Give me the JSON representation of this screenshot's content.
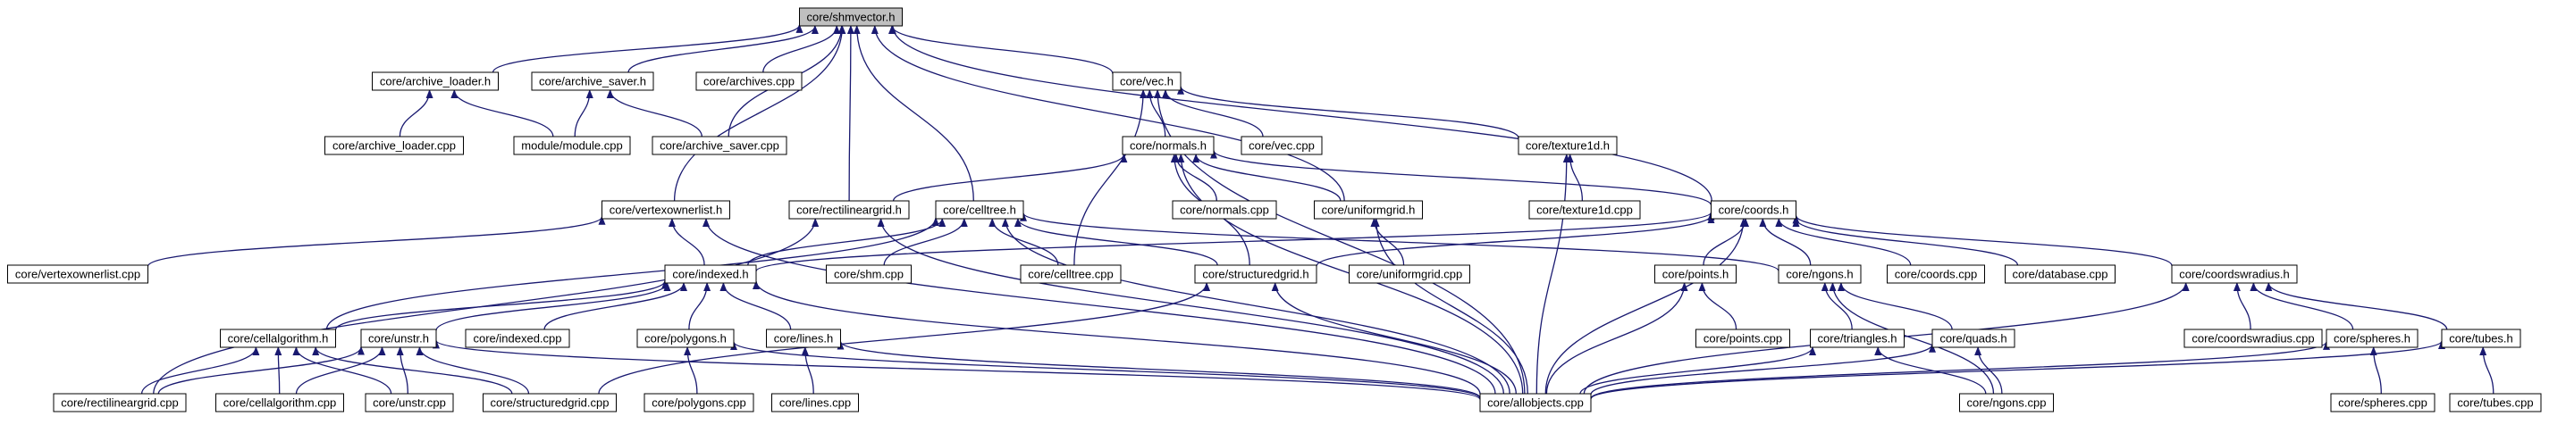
{
  "graph": {
    "root": "core/shmvector.h",
    "colors": {
      "edge": "#191970",
      "node_border": "#000000",
      "root_fill": "#bfbfbf",
      "node_fill": "#ffffff"
    },
    "nodes": [
      {
        "id": "shmvector",
        "label": "core/shmvector.h"
      },
      {
        "id": "archive_loader_h",
        "label": "core/archive_loader.h"
      },
      {
        "id": "archive_saver_h",
        "label": "core/archive_saver.h"
      },
      {
        "id": "archives_cpp",
        "label": "core/archives.cpp"
      },
      {
        "id": "vec_h",
        "label": "core/vec.h"
      },
      {
        "id": "archive_loader_cpp",
        "label": "core/archive_loader.cpp"
      },
      {
        "id": "module_cpp",
        "label": "module/module.cpp"
      },
      {
        "id": "archive_saver_cpp",
        "label": "core/archive_saver.cpp"
      },
      {
        "id": "normals_h",
        "label": "core/normals.h"
      },
      {
        "id": "vec_cpp",
        "label": "core/vec.cpp"
      },
      {
        "id": "texture1d_h",
        "label": "core/texture1d.h"
      },
      {
        "id": "vertexownerlist_h",
        "label": "core/vertexownerlist.h"
      },
      {
        "id": "rectilineargrid_h",
        "label": "core/rectilineargrid.h"
      },
      {
        "id": "celltree_h",
        "label": "core/celltree.h"
      },
      {
        "id": "normals_cpp",
        "label": "core/normals.cpp"
      },
      {
        "id": "uniformgrid_h",
        "label": "core/uniformgrid.h"
      },
      {
        "id": "texture1d_cpp",
        "label": "core/texture1d.cpp"
      },
      {
        "id": "coords_h",
        "label": "core/coords.h"
      },
      {
        "id": "vertexownerlist_cpp",
        "label": "core/vertexownerlist.cpp"
      },
      {
        "id": "indexed_h",
        "label": "core/indexed.h"
      },
      {
        "id": "shm_cpp",
        "label": "core/shm.cpp"
      },
      {
        "id": "celltree_cpp",
        "label": "core/celltree.cpp"
      },
      {
        "id": "structuredgrid_h",
        "label": "core/structuredgrid.h"
      },
      {
        "id": "uniformgrid_cpp",
        "label": "core/uniformgrid.cpp"
      },
      {
        "id": "points_h",
        "label": "core/points.h"
      },
      {
        "id": "ngons_h",
        "label": "core/ngons.h"
      },
      {
        "id": "coords_cpp",
        "label": "core/coords.cpp"
      },
      {
        "id": "database_cpp",
        "label": "core/database.cpp"
      },
      {
        "id": "coordswradius_h",
        "label": "core/coordswradius.h"
      },
      {
        "id": "cellalgorithm_h",
        "label": "core/cellalgorithm.h"
      },
      {
        "id": "unstr_h",
        "label": "core/unstr.h"
      },
      {
        "id": "indexed_cpp",
        "label": "core/indexed.cpp"
      },
      {
        "id": "polygons_h",
        "label": "core/polygons.h"
      },
      {
        "id": "lines_h",
        "label": "core/lines.h"
      },
      {
        "id": "points_cpp",
        "label": "core/points.cpp"
      },
      {
        "id": "triangles_h",
        "label": "core/triangles.h"
      },
      {
        "id": "quads_h",
        "label": "core/quads.h"
      },
      {
        "id": "coordswradius_cpp",
        "label": "core/coordswradius.cpp"
      },
      {
        "id": "spheres_h",
        "label": "core/spheres.h"
      },
      {
        "id": "tubes_h",
        "label": "core/tubes.h"
      },
      {
        "id": "rectilineargrid_cpp",
        "label": "core/rectilineargrid.cpp"
      },
      {
        "id": "cellalgorithm_cpp",
        "label": "core/cellalgorithm.cpp"
      },
      {
        "id": "unstr_cpp",
        "label": "core/unstr.cpp"
      },
      {
        "id": "structuredgrid_cpp",
        "label": "core/structuredgrid.cpp"
      },
      {
        "id": "polygons_cpp",
        "label": "core/polygons.cpp"
      },
      {
        "id": "lines_cpp",
        "label": "core/lines.cpp"
      },
      {
        "id": "allobjects_cpp",
        "label": "core/allobjects.cpp"
      },
      {
        "id": "ngons_cpp",
        "label": "core/ngons.cpp"
      },
      {
        "id": "spheres_cpp",
        "label": "core/spheres.cpp"
      },
      {
        "id": "tubes_cpp",
        "label": "core/tubes.cpp"
      }
    ],
    "edges": [
      [
        "archive_loader_h",
        "shmvector"
      ],
      [
        "archive_saver_h",
        "shmvector"
      ],
      [
        "archives_cpp",
        "shmvector"
      ],
      [
        "vec_h",
        "shmvector"
      ],
      [
        "archive_saver_cpp",
        "shmvector"
      ],
      [
        "vertexownerlist_h",
        "shmvector"
      ],
      [
        "rectilineargrid_h",
        "shmvector"
      ],
      [
        "celltree_h",
        "shmvector"
      ],
      [
        "uniformgrid_h",
        "shmvector"
      ],
      [
        "coords_h",
        "shmvector"
      ],
      [
        "archive_loader_cpp",
        "archive_loader_h"
      ],
      [
        "module_cpp",
        "archive_loader_h"
      ],
      [
        "module_cpp",
        "archive_saver_h"
      ],
      [
        "archive_saver_cpp",
        "archive_saver_h"
      ],
      [
        "normals_h",
        "vec_h"
      ],
      [
        "vec_cpp",
        "vec_h"
      ],
      [
        "texture1d_h",
        "vec_h"
      ],
      [
        "celltree_cpp",
        "vec_h"
      ],
      [
        "allobjects_cpp",
        "vec_h"
      ],
      [
        "rectilineargrid_h",
        "normals_h"
      ],
      [
        "normals_cpp",
        "normals_h"
      ],
      [
        "uniformgrid_h",
        "normals_h"
      ],
      [
        "coords_h",
        "normals_h"
      ],
      [
        "structuredgrid_h",
        "normals_h"
      ],
      [
        "allobjects_cpp",
        "normals_h"
      ],
      [
        "texture1d_cpp",
        "texture1d_h"
      ],
      [
        "allobjects_cpp",
        "texture1d_h"
      ],
      [
        "vertexownerlist_cpp",
        "vertexownerlist_h"
      ],
      [
        "indexed_h",
        "vertexownerlist_h"
      ],
      [
        "allobjects_cpp",
        "vertexownerlist_h"
      ],
      [
        "rectilineargrid_cpp",
        "rectilineargrid_h"
      ],
      [
        "allobjects_cpp",
        "rectilineargrid_h"
      ],
      [
        "indexed_h",
        "celltree_h"
      ],
      [
        "shm_cpp",
        "celltree_h"
      ],
      [
        "celltree_cpp",
        "celltree_h"
      ],
      [
        "structuredgrid_h",
        "celltree_h"
      ],
      [
        "ngons_h",
        "celltree_h"
      ],
      [
        "cellalgorithm_h",
        "celltree_h"
      ],
      [
        "allobjects_cpp",
        "celltree_h"
      ],
      [
        "uniformgrid_cpp",
        "uniformgrid_h"
      ],
      [
        "allobjects_cpp",
        "uniformgrid_h"
      ],
      [
        "indexed_h",
        "coords_h"
      ],
      [
        "structuredgrid_h",
        "coords_h"
      ],
      [
        "points_h",
        "coords_h"
      ],
      [
        "ngons_h",
        "coords_h"
      ],
      [
        "coords_cpp",
        "coords_h"
      ],
      [
        "database_cpp",
        "coords_h"
      ],
      [
        "coordswradius_h",
        "coords_h"
      ],
      [
        "allobjects_cpp",
        "coords_h"
      ],
      [
        "cellalgorithm_h",
        "indexed_h"
      ],
      [
        "unstr_h",
        "indexed_h"
      ],
      [
        "indexed_cpp",
        "indexed_h"
      ],
      [
        "polygons_h",
        "indexed_h"
      ],
      [
        "lines_h",
        "indexed_h"
      ],
      [
        "allobjects_cpp",
        "indexed_h"
      ],
      [
        "structuredgrid_cpp",
        "structuredgrid_h"
      ],
      [
        "allobjects_cpp",
        "structuredgrid_h"
      ],
      [
        "points_cpp",
        "points_h"
      ],
      [
        "allobjects_cpp",
        "points_h"
      ],
      [
        "triangles_h",
        "ngons_h"
      ],
      [
        "quads_h",
        "ngons_h"
      ],
      [
        "ngons_cpp",
        "ngons_h"
      ],
      [
        "coordswradius_cpp",
        "coordswradius_h"
      ],
      [
        "spheres_h",
        "coordswradius_h"
      ],
      [
        "tubes_h",
        "coordswradius_h"
      ],
      [
        "allobjects_cpp",
        "coordswradius_h"
      ],
      [
        "rectilineargrid_cpp",
        "cellalgorithm_h"
      ],
      [
        "cellalgorithm_cpp",
        "cellalgorithm_h"
      ],
      [
        "unstr_cpp",
        "cellalgorithm_h"
      ],
      [
        "structuredgrid_cpp",
        "cellalgorithm_h"
      ],
      [
        "rectilineargrid_cpp",
        "unstr_h"
      ],
      [
        "cellalgorithm_cpp",
        "unstr_h"
      ],
      [
        "unstr_cpp",
        "unstr_h"
      ],
      [
        "structuredgrid_cpp",
        "unstr_h"
      ],
      [
        "allobjects_cpp",
        "unstr_h"
      ],
      [
        "polygons_cpp",
        "polygons_h"
      ],
      [
        "allobjects_cpp",
        "polygons_h"
      ],
      [
        "lines_cpp",
        "lines_h"
      ],
      [
        "allobjects_cpp",
        "lines_h"
      ],
      [
        "allobjects_cpp",
        "triangles_h"
      ],
      [
        "ngons_cpp",
        "triangles_h"
      ],
      [
        "allobjects_cpp",
        "quads_h"
      ],
      [
        "ngons_cpp",
        "quads_h"
      ],
      [
        "spheres_cpp",
        "spheres_h"
      ],
      [
        "allobjects_cpp",
        "spheres_h"
      ],
      [
        "tubes_cpp",
        "tubes_h"
      ],
      [
        "allobjects_cpp",
        "tubes_h"
      ]
    ]
  }
}
